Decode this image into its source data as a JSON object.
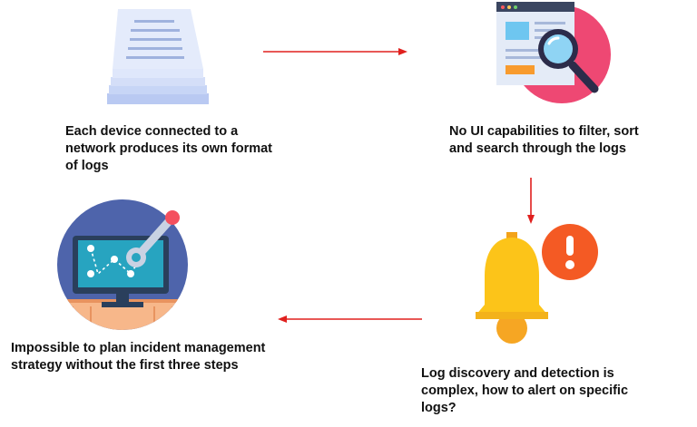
{
  "steps": [
    {
      "id": "step-1",
      "caption": "Each device  connected to a\nnetwork produces its own format\nof logs",
      "icon": "log-pages-icon"
    },
    {
      "id": "step-2",
      "caption": "No UI capabilities to filter, sort\nand search through the logs",
      "icon": "search-document-icon"
    },
    {
      "id": "step-3",
      "caption": "Log discovery and detection is\ncomplex, how to alert on specific\nlogs?",
      "icon": "alert-bell-icon"
    },
    {
      "id": "step-4",
      "caption": "Impossible to plan incident management\nstrategy without the first three steps",
      "icon": "monitor-wrench-icon"
    }
  ],
  "colors": {
    "arrow": "#e0201e",
    "text": "#111111",
    "pink": "#ee4873",
    "bell": "#fcc419",
    "alert": "#f45a24",
    "monitor_bg": "#4e64ab",
    "screen": "#27a4c0"
  }
}
